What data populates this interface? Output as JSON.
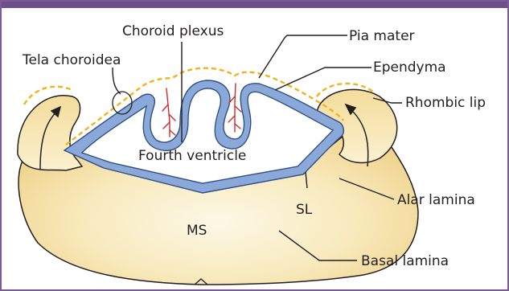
{
  "labels": {
    "choroid_plexus": "Choroid plexus",
    "pia_mater": "Pia mater",
    "tela_choroidea": "Tela choroidea",
    "ependyma": "Ependyma",
    "rhombic_lip": "Rhombic lip",
    "fourth_ventricle": "Fourth ventricle",
    "alar_lamina": "Alar lamina",
    "sl": "SL",
    "ms": "MS",
    "basal_lamina": "Basal lamina"
  },
  "colors": {
    "frame": "#7b5b95",
    "tissue_light": "#fbf3d6",
    "tissue_dark": "#efd28a",
    "ependyma_fill": "#8aa8d8",
    "ependyma_stroke": "#2f4e86",
    "pia_mater_dash": "#f2b31a",
    "vessels": "#d42a2a"
  }
}
